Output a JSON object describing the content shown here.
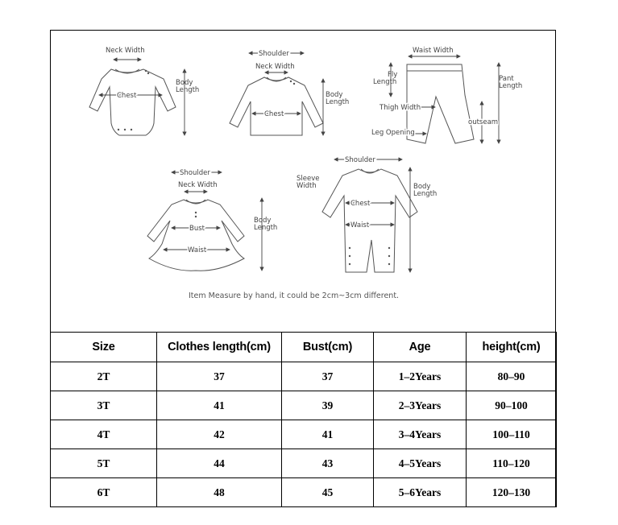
{
  "diagram": {
    "labels": {
      "neck_width_1": "Neck Width",
      "body_length_1a": "Body",
      "body_length_1b": "Length",
      "chest_1": "Chest",
      "shoulder_2": "Shoulder",
      "neck_width_2": "Neck Width",
      "body_length_2a": "Body",
      "body_length_2b": "Length",
      "chest_2": "Chest",
      "waist_width_3": "Waist Width",
      "fly_length_3a": "Fly",
      "fly_length_3b": "Length",
      "pant_length_3a": "Pant",
      "pant_length_3b": "Length",
      "thigh_width_3": "Thigh Width",
      "outseam_3": "outseam",
      "leg_opening_3": "Leg Opening",
      "shoulder_4": "Shoulder",
      "neck_width_4": "Neck Width",
      "body_length_4a": "Body",
      "body_length_4b": "Length",
      "bust_4": "Bust",
      "waist_4": "Waist",
      "shoulder_5": "Shoulder",
      "sleeve_width_5a": "Sleeve",
      "sleeve_width_5b": "Width",
      "body_length_5a": "Body",
      "body_length_5b": "Length",
      "chest_5": "Chest",
      "waist_5": "Waist"
    },
    "note": "Item Measure by hand, it could be 2cm~3cm different."
  },
  "table": {
    "headers": [
      "Size",
      "Clothes length(cm)",
      "Bust(cm)",
      "Age",
      "height(cm)"
    ],
    "rows": [
      [
        "2T",
        "37",
        "37",
        "1–2Years",
        "80–90"
      ],
      [
        "3T",
        "41",
        "39",
        "2–3Years",
        "90–100"
      ],
      [
        "4T",
        "42",
        "41",
        "3–4Years",
        "100–110"
      ],
      [
        "5T",
        "44",
        "43",
        "4–5Years",
        "110–120"
      ],
      [
        "6T",
        "48",
        "45",
        "5–6Years",
        "120–130"
      ]
    ]
  }
}
